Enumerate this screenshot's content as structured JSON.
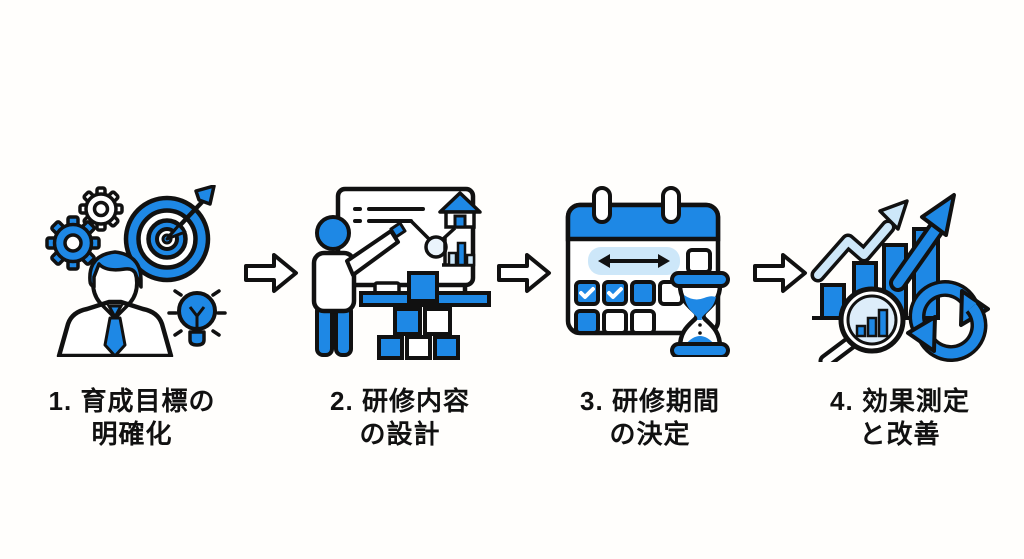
{
  "diagram": {
    "description": "4-step training process flow diagram",
    "colors": {
      "primary_blue": "#1E88E5",
      "light_blue": "#CDE7F9",
      "lens_blue": "#DDEDFA",
      "outline_black": "#111111",
      "background": "#FFFEFC"
    },
    "steps": [
      {
        "icon": "goal-target-illustration",
        "label_line1": "1. 育成目標の",
        "label_line2": "明確化"
      },
      {
        "icon": "training-content-illustration",
        "label_line1": "2. 研修内容",
        "label_line2": "の設計"
      },
      {
        "icon": "calendar-hourglass-illustration",
        "label_line1": "3. 研修期間",
        "label_line2": "の決定"
      },
      {
        "icon": "chart-improvement-illustration",
        "label_line1": "4. 効果測定",
        "label_line2": "と改善"
      }
    ],
    "connector": {
      "icon": "right-arrow-icon",
      "count": 3
    }
  }
}
